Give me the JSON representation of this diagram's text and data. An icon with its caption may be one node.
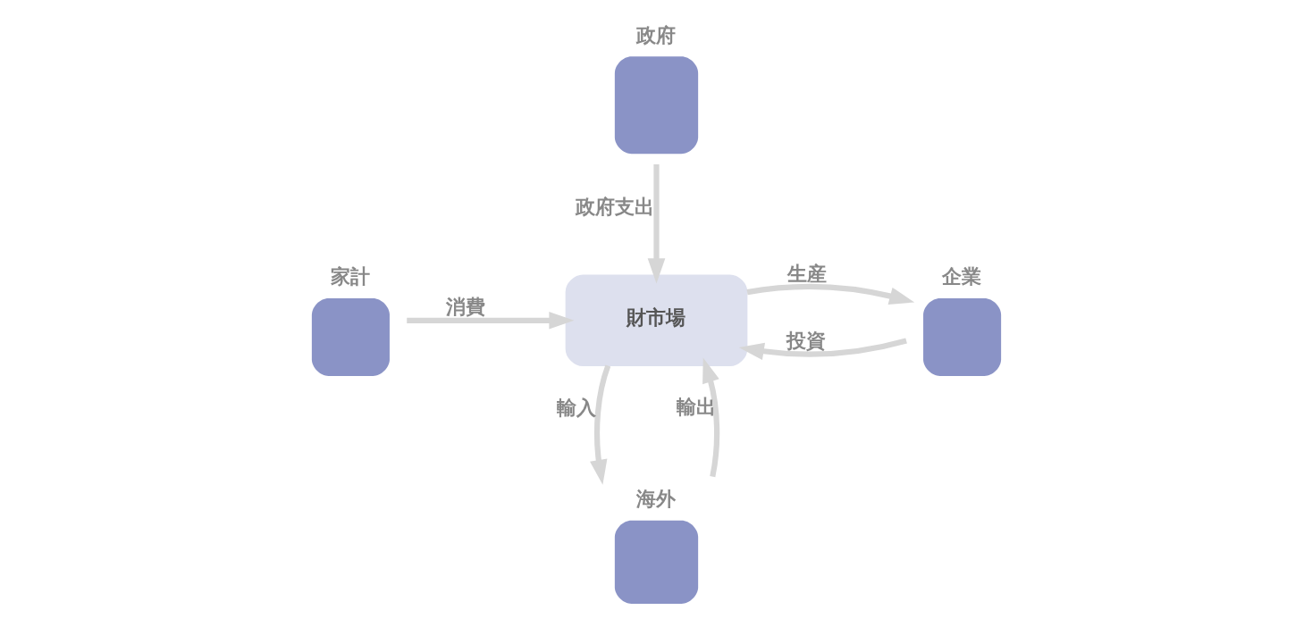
{
  "diagram": {
    "nodes": [
      {
        "text": [
          "政府"
        ]
      },
      {
        "text": [
          "企業"
        ]
      },
      {
        "text": [
          "財市場"
        ]
      },
      {
        "text": [
          "家計"
        ]
      },
      {
        "text": [
          "海外"
        ]
      }
    ],
    "edges": [
      {
        "from": 0,
        "to": 2,
        "arrow": "to",
        "label": "政府支出"
      },
      {
        "from": 1,
        "to": 2,
        "arrow": "to",
        "label": "投資"
      },
      {
        "from": 2,
        "to": 1,
        "arrow": "to",
        "label": "生産"
      },
      {
        "from": 3,
        "to": 2,
        "arrow": "to",
        "label": "消費"
      },
      {
        "from": 2,
        "to": 4,
        "arrow": "to",
        "label": "輸入"
      },
      {
        "from": 4,
        "to": 2,
        "arrow": "to",
        "label": "輸出"
      }
    ]
  }
}
